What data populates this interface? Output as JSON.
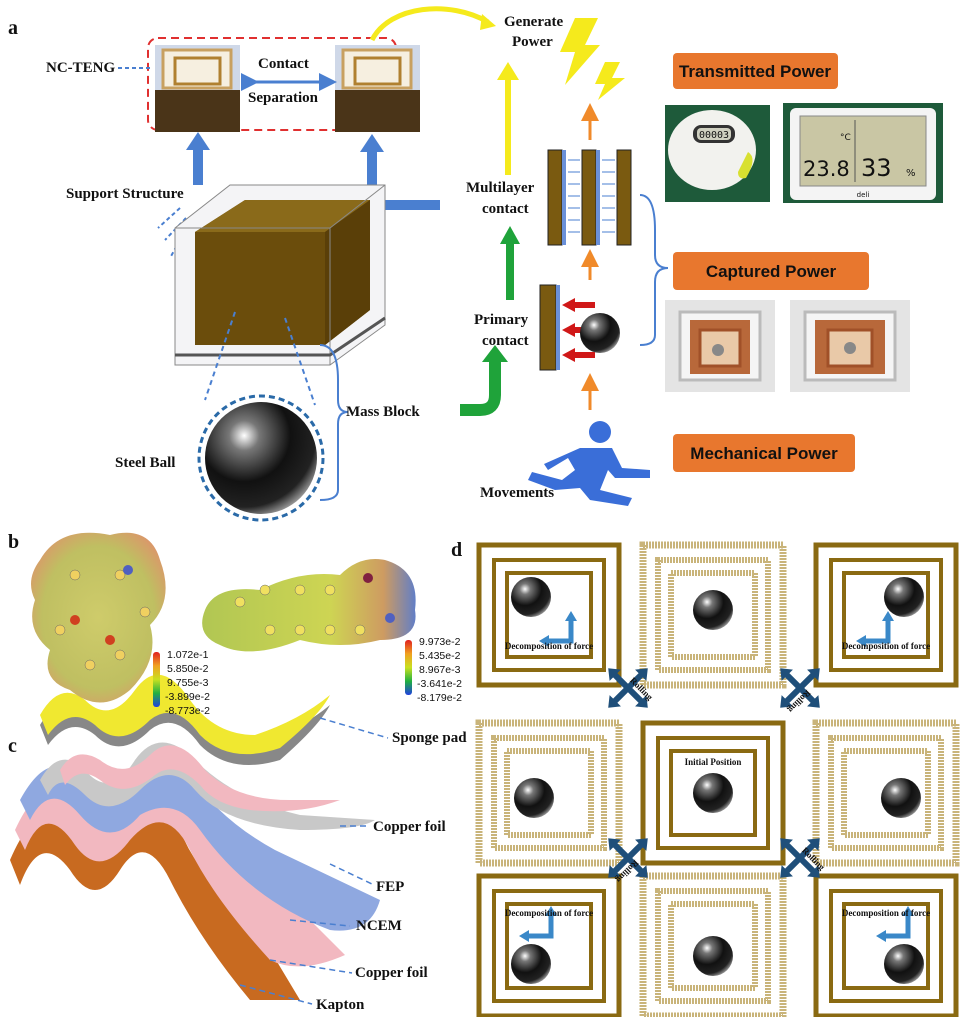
{
  "panels": {
    "a": "a",
    "b": "b",
    "c": "c",
    "d": "d"
  },
  "panel_a": {
    "nc_teng": "NC-TENG",
    "contact": "Contact",
    "separation": "Separation",
    "generate_power": [
      "Generate",
      "Power"
    ],
    "support_structure": "Support Structure",
    "multilayer_contact": [
      "Multilayer",
      "contact"
    ],
    "primary_contact": [
      "Primary",
      "contact"
    ],
    "mass_block": "Mass Block",
    "steel_ball": "Steel Ball",
    "movements": "Movements",
    "transmitted_power": "Transmitted Power",
    "captured_power": "Captured Power",
    "mechanical_power": "Mechanical Power",
    "pedometer_reading": "00003",
    "thermo_temp": "23.8",
    "thermo_unit": "°C",
    "thermo_humidity": "33",
    "thermo_humidity_unit": "%",
    "thermo_brand": "deli",
    "colors": {
      "orange": "#e8772e",
      "blue": "#4a7fd0",
      "yellow": "#f5ea1c",
      "green": "#1fa33a",
      "red_dash": "#e03030",
      "arrow_orange": "#f08a2a"
    }
  },
  "panel_b": {
    "colorbar_left": [
      "1.072e-1",
      "5.850e-2",
      "9.755e-3",
      "-3.899e-2",
      "-8.773e-2"
    ],
    "colorbar_right": [
      "9.973e-2",
      "5.435e-2",
      "8.967e-3",
      "-3.641e-2",
      "-8.179e-2"
    ]
  },
  "panel_c": {
    "layers": [
      "Sponge pad",
      "Copper foil",
      "FEP",
      "NCEM",
      "Copper foil",
      "Kapton"
    ]
  },
  "panel_d": {
    "decomposition": "Decomposition of force",
    "initial_position": "Initial Position",
    "rolling": "Rolling",
    "colors": {
      "frame": "#8a6a12",
      "arrow_dark": "#1f4f7a",
      "arrow_light": "#3a88c8"
    }
  }
}
